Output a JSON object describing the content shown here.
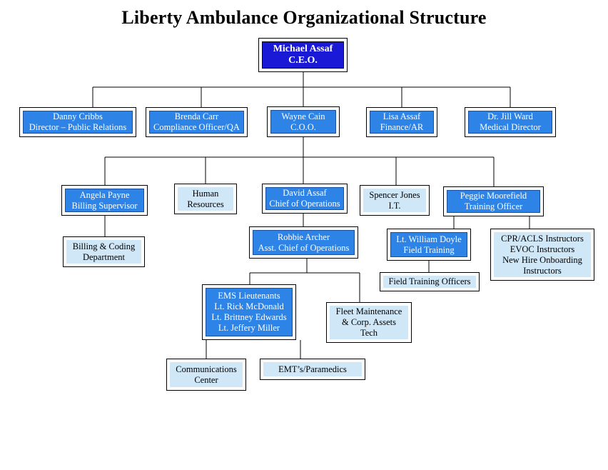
{
  "title": "Liberty Ambulance Organizational Structure",
  "nodes": {
    "ceo": {
      "lines": [
        "Michael Assaf",
        "C.E.O."
      ]
    },
    "pr": {
      "lines": [
        "Danny Cribbs",
        "Director – Public Relations"
      ]
    },
    "compliance": {
      "lines": [
        "Brenda Carr",
        "Compliance Officer/QA"
      ]
    },
    "coo": {
      "lines": [
        "Wayne Cain",
        "C.O.O."
      ]
    },
    "finance": {
      "lines": [
        "Lisa Assaf",
        "Finance/AR"
      ]
    },
    "medical": {
      "lines": [
        "Dr. Jill Ward",
        "Medical Director"
      ]
    },
    "billing_sup": {
      "lines": [
        "Angela Payne",
        "Billing Supervisor"
      ]
    },
    "hr": {
      "lines": [
        "Human",
        "Resources"
      ]
    },
    "chief_ops": {
      "lines": [
        "David Assaf",
        "Chief of Operations"
      ]
    },
    "it": {
      "lines": [
        "Spencer Jones",
        "I.T."
      ]
    },
    "training": {
      "lines": [
        "Peggie Moorefield",
        "Training Officer"
      ]
    },
    "billing_dept": {
      "lines": [
        "Billing & Coding",
        "Department"
      ]
    },
    "asst_chief": {
      "lines": [
        "Robbie Archer",
        "Asst. Chief of Operations"
      ]
    },
    "field_training": {
      "lines": [
        "Lt. William Doyle",
        "Field Training"
      ]
    },
    "instructors": {
      "lines": [
        "CPR/ACLS Instructors",
        "EVOC Instructors",
        "New Hire Onboarding",
        "Instructors"
      ]
    },
    "fto": {
      "lines": [
        "Field Training Officers"
      ]
    },
    "ems_lts": {
      "lines": [
        "EMS Lieutenants",
        "Lt. Rick McDonald",
        "Lt. Brittney Edwards",
        "Lt. Jeffery Miller"
      ]
    },
    "fleet": {
      "lines": [
        "Fleet Maintenance",
        "& Corp. Assets",
        "Tech"
      ]
    },
    "comms": {
      "lines": [
        "Communications",
        "Center"
      ]
    },
    "emts": {
      "lines": [
        "EMT’s/Paramedics"
      ]
    }
  }
}
